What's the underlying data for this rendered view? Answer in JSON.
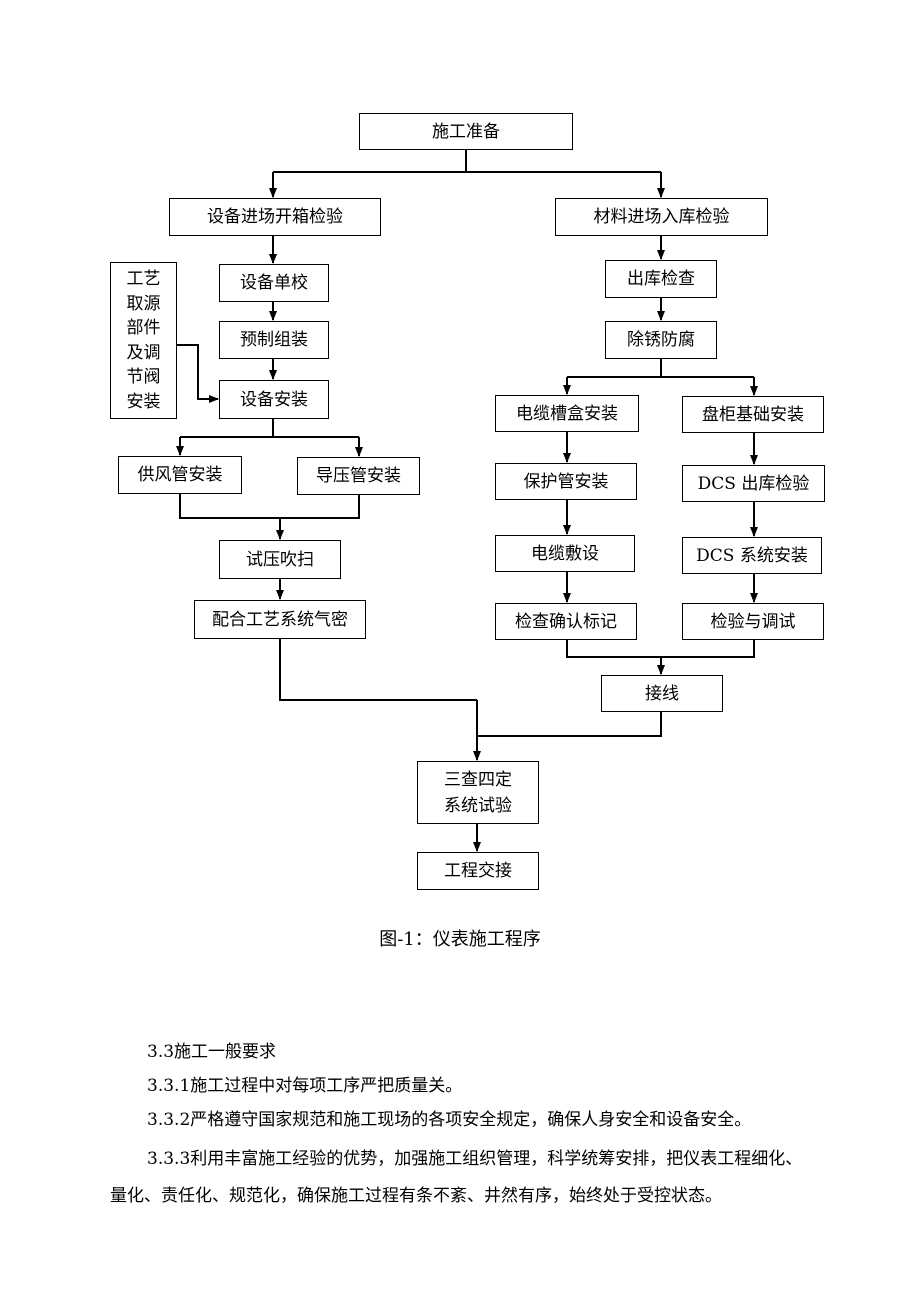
{
  "flowchart": {
    "boxes": {
      "prepare": "施工准备",
      "equip_inspect": "设备进场开箱检验",
      "material_inspect": "材料进场入库检验",
      "process_source": [
        "工艺",
        "取源",
        "部件",
        "及调",
        "节阀",
        "安装"
      ],
      "equip_calib": "设备单校",
      "prefab": "预制组装",
      "equip_install": "设备安装",
      "air_pipe": "供风管安装",
      "pressure_pipe": "导压管安装",
      "pressure_test": "试压吹扫",
      "airtight": "配合工艺系统气密",
      "out_check": "出库检查",
      "derust": "除锈防腐",
      "tray_install": "电缆槽盒安装",
      "cabinet_base": "盘柜基础安装",
      "conduit_install": "保护管安装",
      "dcs_inspect": "DCS 出库检验",
      "cable_lay": "电缆敷设",
      "dcs_install": "DCS 系统安装",
      "check_mark": "检查确认标记",
      "inspect_debug": "检验与调试",
      "wiring": "接线",
      "system_test": [
        "三查四定",
        "系统试验"
      ],
      "handover": "工程交接"
    },
    "caption": "图-1：仪表施工程序"
  },
  "text": {
    "p1": "3.3施工一般要求",
    "p2": "3.3.1施工过程中对每项工序严把质量关。",
    "p3": "3.3.2严格遵守国家规范和施工现场的各项安全规定，确保人身安全和设备安全。",
    "p4": "3.3.3利用丰富施工经验的优势，加强施工组织管理，科学统筹安排，把仪表工程细化、量化、责任化、规范化，确保施工过程有条不紊、井然有序，始终处于受控状态。"
  }
}
